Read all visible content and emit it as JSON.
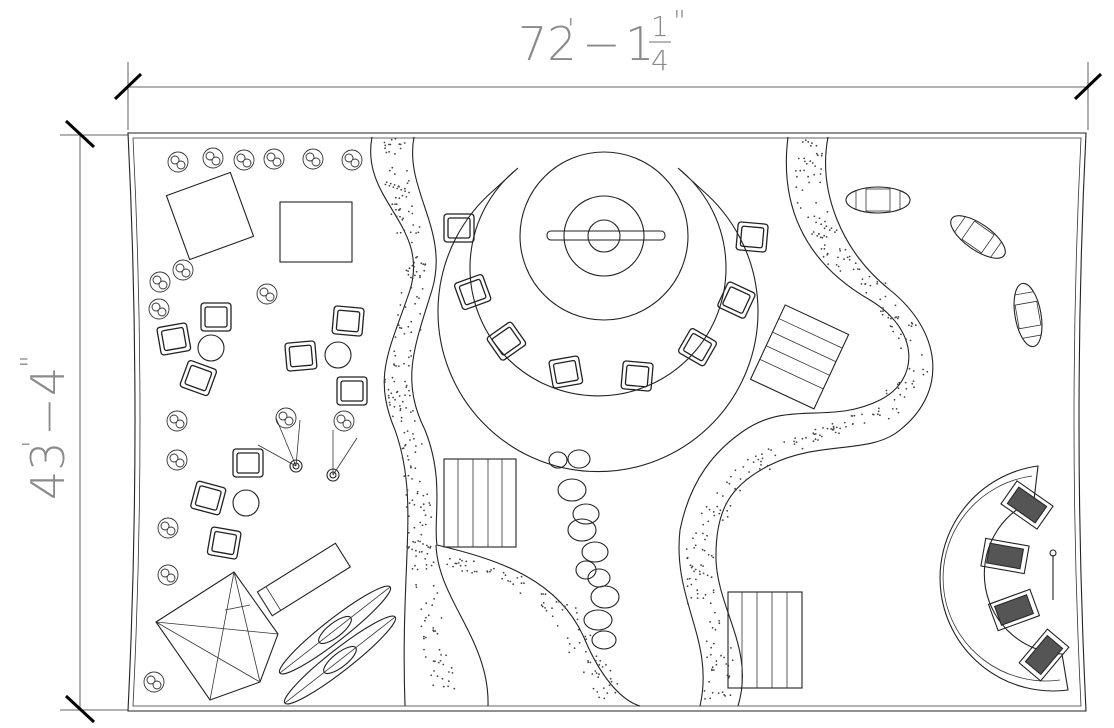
{
  "dimensions": {
    "width": {
      "feet": "72",
      "inches_whole": "1",
      "frac_num": "1",
      "frac_den": "4"
    },
    "height": {
      "feet": "43",
      "inches": "4"
    }
  }
}
